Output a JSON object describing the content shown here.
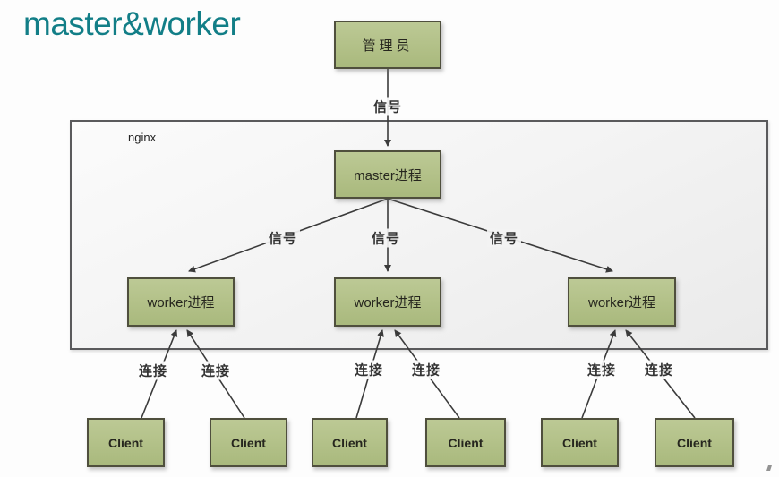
{
  "title": "master&worker",
  "colors": {
    "accent": "#127e87",
    "node_fill": "#b4c28a",
    "node_border": "#4f4f3d",
    "container_fill": "#f3f3f3",
    "container_border": "#5a5a5c",
    "line": "#3b3b3b",
    "text": "#26261e",
    "label_text": "#333333"
  },
  "container": {
    "label": "nginx"
  },
  "nodes": {
    "admin": {
      "label": "管理员"
    },
    "master": {
      "label": "master进程"
    },
    "workers": [
      {
        "label": "worker进程"
      },
      {
        "label": "worker进程"
      },
      {
        "label": "worker进程"
      }
    ],
    "clients": [
      {
        "label": "Client"
      },
      {
        "label": "Client"
      },
      {
        "label": "Client"
      },
      {
        "label": "Client"
      },
      {
        "label": "Client"
      },
      {
        "label": "Client"
      }
    ]
  },
  "edge_labels": {
    "admin_signal": "信号",
    "signals": [
      "信号",
      "信号",
      "信号"
    ],
    "connections": [
      "连接",
      "连接",
      "连接",
      "连接",
      "连接",
      "连接"
    ]
  }
}
